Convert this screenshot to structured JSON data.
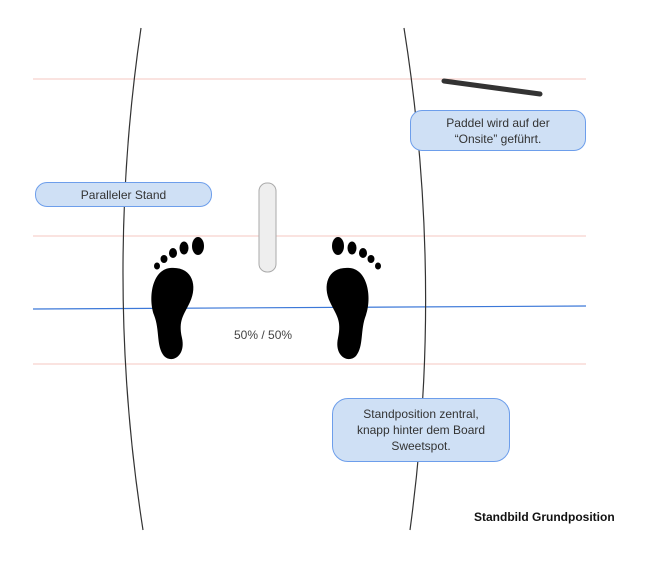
{
  "labels": {
    "stance": "Paralleler Stand",
    "paddle_line1": "Paddel wird auf der",
    "paddle_line2": "“Onsite” geführt.",
    "position_line1": "Standposition zentral,",
    "position_line2": "knapp hinter dem Board",
    "position_line3": "Sweetspot.",
    "weight": "50% / 50%",
    "caption": "Standbild Grundposition"
  },
  "colors": {
    "guide_line": "#f4c7c0",
    "center_line": "#3c78d8",
    "bubble_fill": "#cfe0f5",
    "bubble_border": "#6d9eeb"
  }
}
